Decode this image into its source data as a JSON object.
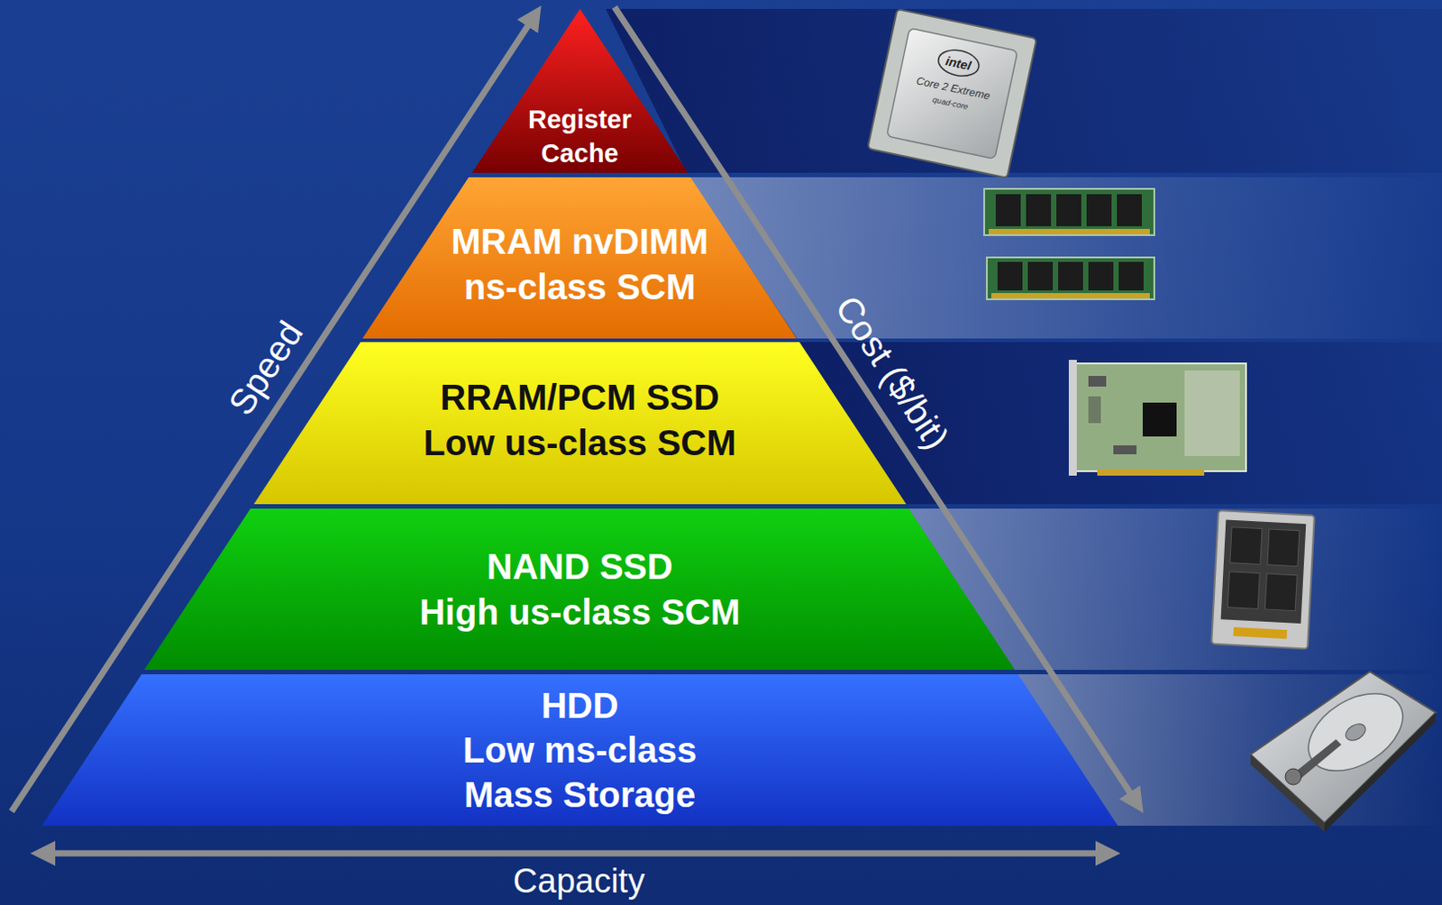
{
  "diagram": {
    "nodes": [
      {
        "text": [
          "Register",
          "Cache"
        ]
      },
      {
        "text": [
          "MRAM nvDIMM",
          "ns-class SCM"
        ]
      },
      {
        "text": [
          "RRAM/PCM SSD",
          "Low us-class SCM"
        ]
      },
      {
        "text": [
          "NAND SSD",
          "High us-class SCM"
        ]
      },
      {
        "text": [
          "HDD",
          "Low ms-class",
          "Mass Storage"
        ]
      }
    ],
    "labels": [
      "Speed",
      "Cost ($/bit)",
      "Capacity",
      "intel",
      "Core 2 Extreme",
      "quad-core"
    ]
  }
}
